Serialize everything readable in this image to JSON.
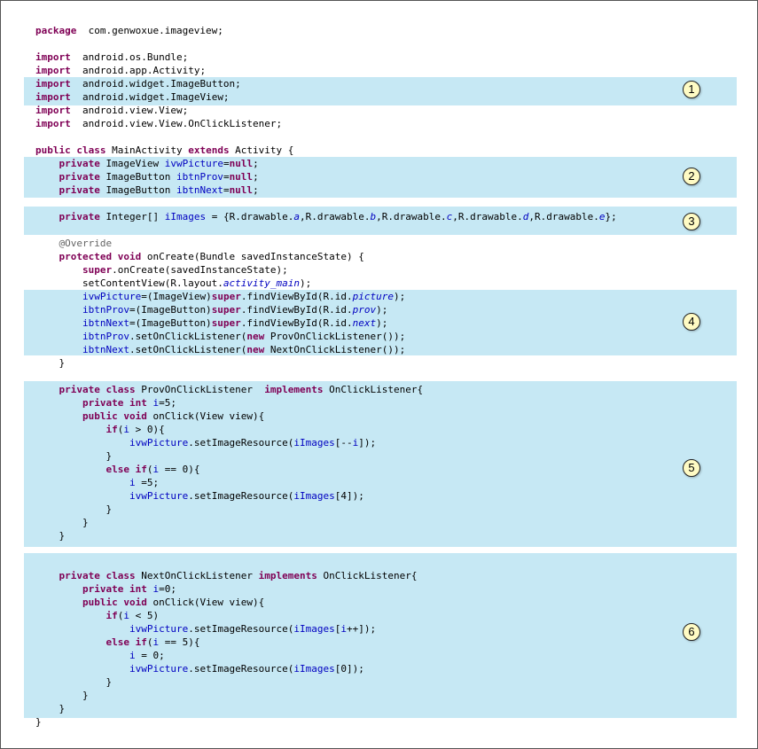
{
  "colors": {
    "highlight": "#c6e8f4",
    "keyword": "#7f0055",
    "field": "#0000c0",
    "annotation": "#646464",
    "badge_fill": "#fffbc4"
  },
  "badges": [
    "1",
    "2",
    "3",
    "4",
    "5",
    "6"
  ],
  "code_lines": [
    [
      [
        "kw",
        "package"
      ],
      [
        "",
        "  com.genwoxue.imageview;"
      ]
    ],
    [],
    [
      [
        "kw",
        "import"
      ],
      [
        "",
        "  android.os.Bundle;"
      ]
    ],
    [
      [
        "kw",
        "import"
      ],
      [
        "",
        "  android.app.Activity;"
      ]
    ],
    [
      [
        "kw",
        "import"
      ],
      [
        "",
        "  android.widget.ImageButton;"
      ]
    ],
    [
      [
        "kw",
        "import"
      ],
      [
        "",
        "  android.widget.ImageView;"
      ]
    ],
    [
      [
        "kw",
        "import"
      ],
      [
        "",
        "  android.view.View;"
      ]
    ],
    [
      [
        "kw",
        "import"
      ],
      [
        "",
        "  android.view.View.OnClickListener;"
      ]
    ],
    [],
    [
      [
        "kw",
        "public class"
      ],
      [
        "",
        " MainActivity "
      ],
      [
        "kw",
        "extends"
      ],
      [
        "",
        " Activity {"
      ]
    ],
    [
      [
        "",
        "    "
      ],
      [
        "kw",
        "private"
      ],
      [
        "",
        " ImageView "
      ],
      [
        "fd",
        "ivwPicture"
      ],
      [
        "",
        "="
      ],
      [
        "kw",
        "null"
      ],
      [
        "",
        ";"
      ]
    ],
    [
      [
        "",
        "    "
      ],
      [
        "kw",
        "private"
      ],
      [
        "",
        " ImageButton "
      ],
      [
        "fd",
        "ibtnProv"
      ],
      [
        "",
        "="
      ],
      [
        "kw",
        "null"
      ],
      [
        "",
        ";"
      ]
    ],
    [
      [
        "",
        "    "
      ],
      [
        "kw",
        "private"
      ],
      [
        "",
        " ImageButton "
      ],
      [
        "fd",
        "ibtnNext"
      ],
      [
        "",
        "="
      ],
      [
        "kw",
        "null"
      ],
      [
        "",
        ";"
      ]
    ],
    [],
    [
      [
        "",
        "    "
      ],
      [
        "kw",
        "private"
      ],
      [
        "",
        " Integer[] "
      ],
      [
        "fd",
        "iImages"
      ],
      [
        "",
        " = {R.drawable."
      ],
      [
        "it",
        "a"
      ],
      [
        "",
        ",R.drawable."
      ],
      [
        "it",
        "b"
      ],
      [
        "",
        ",R.drawable."
      ],
      [
        "it",
        "c"
      ],
      [
        "",
        ",R.drawable."
      ],
      [
        "it",
        "d"
      ],
      [
        "",
        ",R.drawable."
      ],
      [
        "it",
        "e"
      ],
      [
        "",
        "};"
      ]
    ],
    [],
    [
      [
        "",
        "    "
      ],
      [
        "an",
        "@Override"
      ]
    ],
    [
      [
        "",
        "    "
      ],
      [
        "kw",
        "protected void"
      ],
      [
        "",
        " onCreate(Bundle savedInstanceState) {"
      ]
    ],
    [
      [
        "",
        "        "
      ],
      [
        "kw",
        "super"
      ],
      [
        "",
        ".onCreate(savedInstanceState);"
      ]
    ],
    [
      [
        "",
        "        setContentView(R.layout."
      ],
      [
        "it",
        "activity_main"
      ],
      [
        "",
        ");"
      ]
    ],
    [
      [
        "",
        "        "
      ],
      [
        "fd",
        "ivwPicture"
      ],
      [
        "",
        "=(ImageView)"
      ],
      [
        "kw",
        "super"
      ],
      [
        "",
        ".findViewById(R.id."
      ],
      [
        "it",
        "picture"
      ],
      [
        "",
        ");"
      ]
    ],
    [
      [
        "",
        "        "
      ],
      [
        "fd",
        "ibtnProv"
      ],
      [
        "",
        "=(ImageButton)"
      ],
      [
        "kw",
        "super"
      ],
      [
        "",
        ".findViewById(R.id."
      ],
      [
        "it",
        "prov"
      ],
      [
        "",
        ");"
      ]
    ],
    [
      [
        "",
        "        "
      ],
      [
        "fd",
        "ibtnNext"
      ],
      [
        "",
        "=(ImageButton)"
      ],
      [
        "kw",
        "super"
      ],
      [
        "",
        ".findViewById(R.id."
      ],
      [
        "it",
        "next"
      ],
      [
        "",
        ");"
      ]
    ],
    [
      [
        "",
        "        "
      ],
      [
        "fd",
        "ibtnProv"
      ],
      [
        "",
        ".setOnClickListener("
      ],
      [
        "kw",
        "new"
      ],
      [
        "",
        " ProvOnClickListener());"
      ]
    ],
    [
      [
        "",
        "        "
      ],
      [
        "fd",
        "ibtnNext"
      ],
      [
        "",
        ".setOnClickListener("
      ],
      [
        "kw",
        "new"
      ],
      [
        "",
        " NextOnClickListener());"
      ]
    ],
    [
      [
        "",
        "    }"
      ]
    ],
    [],
    [
      [
        "",
        "    "
      ],
      [
        "kw",
        "private class"
      ],
      [
        "",
        " ProvOnClickListener  "
      ],
      [
        "kw",
        "implements"
      ],
      [
        "",
        " OnClickListener{"
      ]
    ],
    [
      [
        "",
        "        "
      ],
      [
        "kw",
        "private int"
      ],
      [
        "",
        " "
      ],
      [
        "fd",
        "i"
      ],
      [
        "",
        "=5;"
      ]
    ],
    [
      [
        "",
        "        "
      ],
      [
        "kw",
        "public void"
      ],
      [
        "",
        " onClick(View view){"
      ]
    ],
    [
      [
        "",
        "            "
      ],
      [
        "kw",
        "if"
      ],
      [
        "",
        "("
      ],
      [
        "fd",
        "i"
      ],
      [
        "",
        " > 0){"
      ]
    ],
    [
      [
        "",
        "                "
      ],
      [
        "fd",
        "ivwPicture"
      ],
      [
        "",
        ".setImageResource("
      ],
      [
        "fd",
        "iImages"
      ],
      [
        "",
        "[--"
      ],
      [
        "fd",
        "i"
      ],
      [
        "",
        "]);"
      ]
    ],
    [
      [
        "",
        "            }"
      ]
    ],
    [
      [
        "",
        "            "
      ],
      [
        "kw",
        "else if"
      ],
      [
        "",
        "("
      ],
      [
        "fd",
        "i"
      ],
      [
        "",
        " == 0){"
      ]
    ],
    [
      [
        "",
        "                "
      ],
      [
        "fd",
        "i"
      ],
      [
        "",
        " =5;"
      ]
    ],
    [
      [
        "",
        "                "
      ],
      [
        "fd",
        "ivwPicture"
      ],
      [
        "",
        ".setImageResource("
      ],
      [
        "fd",
        "iImages"
      ],
      [
        "",
        "[4]);"
      ]
    ],
    [
      [
        "",
        "            }"
      ]
    ],
    [
      [
        "",
        "        }"
      ]
    ],
    [
      [
        "",
        "    }"
      ]
    ],
    [],
    [],
    [
      [
        "",
        "    "
      ],
      [
        "kw",
        "private class"
      ],
      [
        "",
        " NextOnClickListener "
      ],
      [
        "kw",
        "implements"
      ],
      [
        "",
        " OnClickListener{"
      ]
    ],
    [
      [
        "",
        "        "
      ],
      [
        "kw",
        "private int"
      ],
      [
        "",
        " "
      ],
      [
        "fd",
        "i"
      ],
      [
        "",
        "=0;"
      ]
    ],
    [
      [
        "",
        "        "
      ],
      [
        "kw",
        "public void"
      ],
      [
        "",
        " onClick(View view){"
      ]
    ],
    [
      [
        "",
        "            "
      ],
      [
        "kw",
        "if"
      ],
      [
        "",
        "("
      ],
      [
        "fd",
        "i"
      ],
      [
        "",
        " < 5)"
      ]
    ],
    [
      [
        "",
        "                "
      ],
      [
        "fd",
        "ivwPicture"
      ],
      [
        "",
        ".setImageResource("
      ],
      [
        "fd",
        "iImages"
      ],
      [
        "",
        "["
      ],
      [
        "fd",
        "i"
      ],
      [
        "",
        "++]);"
      ]
    ],
    [
      [
        "",
        "            "
      ],
      [
        "kw",
        "else if"
      ],
      [
        "",
        "("
      ],
      [
        "fd",
        "i"
      ],
      [
        "",
        " == 5){"
      ]
    ],
    [
      [
        "",
        "                "
      ],
      [
        "fd",
        "i"
      ],
      [
        "",
        " = 0;"
      ]
    ],
    [
      [
        "",
        "                "
      ],
      [
        "fd",
        "ivwPicture"
      ],
      [
        "",
        ".setImageResource("
      ],
      [
        "fd",
        "iImages"
      ],
      [
        "",
        "[0]);"
      ]
    ],
    [
      [
        "",
        "            }"
      ]
    ],
    [
      [
        "",
        "        }"
      ]
    ],
    [
      [
        "",
        "    }"
      ]
    ],
    [
      [
        "",
        "}"
      ]
    ]
  ]
}
